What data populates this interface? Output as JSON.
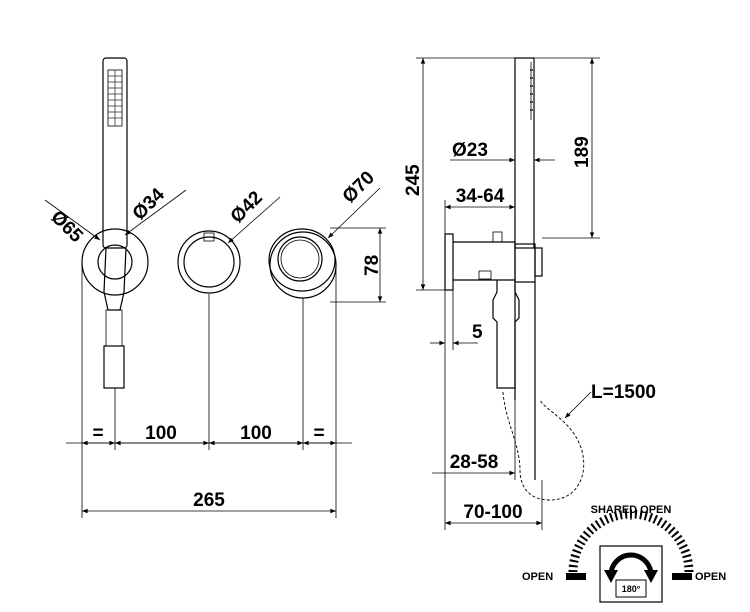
{
  "front_view": {
    "dims": {
      "d65": "Ø65",
      "d34": "Ø34",
      "d42": "Ø42",
      "d70": "Ø70",
      "h78": "78",
      "eq_left": "=",
      "spacing_1": "100",
      "spacing_2": "100",
      "eq_right": "=",
      "total": "265"
    }
  },
  "side_view": {
    "dims": {
      "h245": "245",
      "d23": "Ø23",
      "h189": "189",
      "range_34_64": "34-64",
      "w5": "5",
      "hose_length": "L=1500",
      "range_28_58": "28-58",
      "range_70_100": "70-100"
    }
  },
  "rotation_diagram": {
    "top_label": "SHARED OPEN",
    "left_label": "OPEN",
    "right_label": "OPEN",
    "angle": "180°"
  }
}
